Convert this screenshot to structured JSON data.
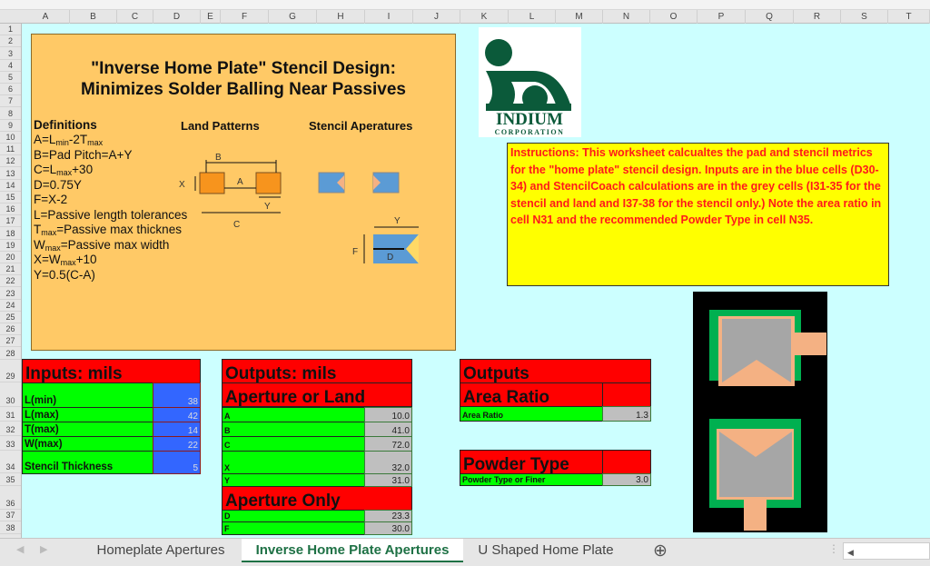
{
  "columns": [
    "A",
    "B",
    "C",
    "D",
    "E",
    "F",
    "G",
    "H",
    "I",
    "J",
    "K",
    "L",
    "M",
    "N",
    "O",
    "P",
    "Q",
    "R",
    "S",
    "T"
  ],
  "rows": [
    "1",
    "2",
    "3",
    "4",
    "5",
    "6",
    "7",
    "8",
    "9",
    "10",
    "11",
    "12",
    "13",
    "14",
    "15",
    "16",
    "17",
    "18",
    "19",
    "20",
    "21",
    "22",
    "23",
    "24",
    "25",
    "26",
    "27",
    "28",
    "29",
    "30",
    "31",
    "32",
    "33",
    "34",
    "35",
    "36",
    "37",
    "38"
  ],
  "header": {
    "title_line1": "\"Inverse Home Plate\" Stencil Design:",
    "title_line2": "Minimizes Solder Balling Near Passives"
  },
  "definitions": {
    "heading": "Definitions",
    "a": {
      "pre": "A=L",
      "s1": "min",
      "mid": "-2T",
      "s2": "max"
    },
    "b": "B=Pad Pitch=A+Y",
    "c": {
      "pre": "C=L",
      "s1": "max",
      "post": "+30"
    },
    "d": "D=0.75Y",
    "f": "F=X-2",
    "l": "L=Passive length tolerances",
    "t": {
      "pre": "T",
      "s1": "max",
      "post": "=Passive max thicknes"
    },
    "w": {
      "pre": "W",
      "s1": "max",
      "post": "=Passive max width"
    },
    "x": {
      "pre": "X=W",
      "s1": "max",
      "post": "+10"
    },
    "y": "Y=0.5(C-A)"
  },
  "diagram": {
    "land_patterns": "Land Patterns",
    "stencil_apertures": "Stencil Aperatures",
    "labels": {
      "a": "A",
      "b": "B",
      "c": "C",
      "x": "X",
      "y": "Y",
      "d": "D",
      "f": "F"
    }
  },
  "logo": {
    "name": "INDIUM",
    "sub": "CORPORATION"
  },
  "instructions": "Instructions:  This worksheet calcualtes the pad and stencil metrics for the \"home plate\" stencil design.  Inputs are in the blue cells (D30-34) and StencilCoach calculations are in the grey cells (I31-35 for the stencil and land and I37-38 for the stencil only.) Note the area ratio in cell N31 and the recommended Powder Type in cell N35.",
  "inputs": {
    "title": "Inputs: mils",
    "rows": [
      {
        "label": "L(min)",
        "value": "38"
      },
      {
        "label": "L(max)",
        "value": "42"
      },
      {
        "label": "T(max)",
        "value": "14"
      },
      {
        "label": "W(max)",
        "value": "22"
      },
      {
        "label": "Stencil Thickness",
        "value": "5"
      }
    ]
  },
  "outputs": {
    "title": "Outputs: mils",
    "aperture_or_land": "Aperture or Land",
    "rows": [
      {
        "label": "A",
        "value": "10.0"
      },
      {
        "label": "B",
        "value": "41.0"
      },
      {
        "label": "C",
        "value": "72.0"
      },
      {
        "label": "X",
        "value": "32.0"
      },
      {
        "label": "Y",
        "value": "31.0"
      }
    ],
    "aperture_only": "Aperture Only",
    "rows2": [
      {
        "label": "D",
        "value": "23.3"
      },
      {
        "label": "F",
        "value": "30.0"
      }
    ]
  },
  "outputs2": {
    "title": "Outputs",
    "area_ratio_header": "Area Ratio",
    "area_ratio_label": "Area Ratio",
    "area_ratio_value": "1.3",
    "powder_header": "Powder Type",
    "powder_label": "Powder Type or Finer",
    "powder_value": "3.0"
  },
  "tabs": [
    "Homeplate Apertures",
    "Inverse Home Plate Apertures",
    "U Shaped Home Plate"
  ],
  "active_tab": 1
}
